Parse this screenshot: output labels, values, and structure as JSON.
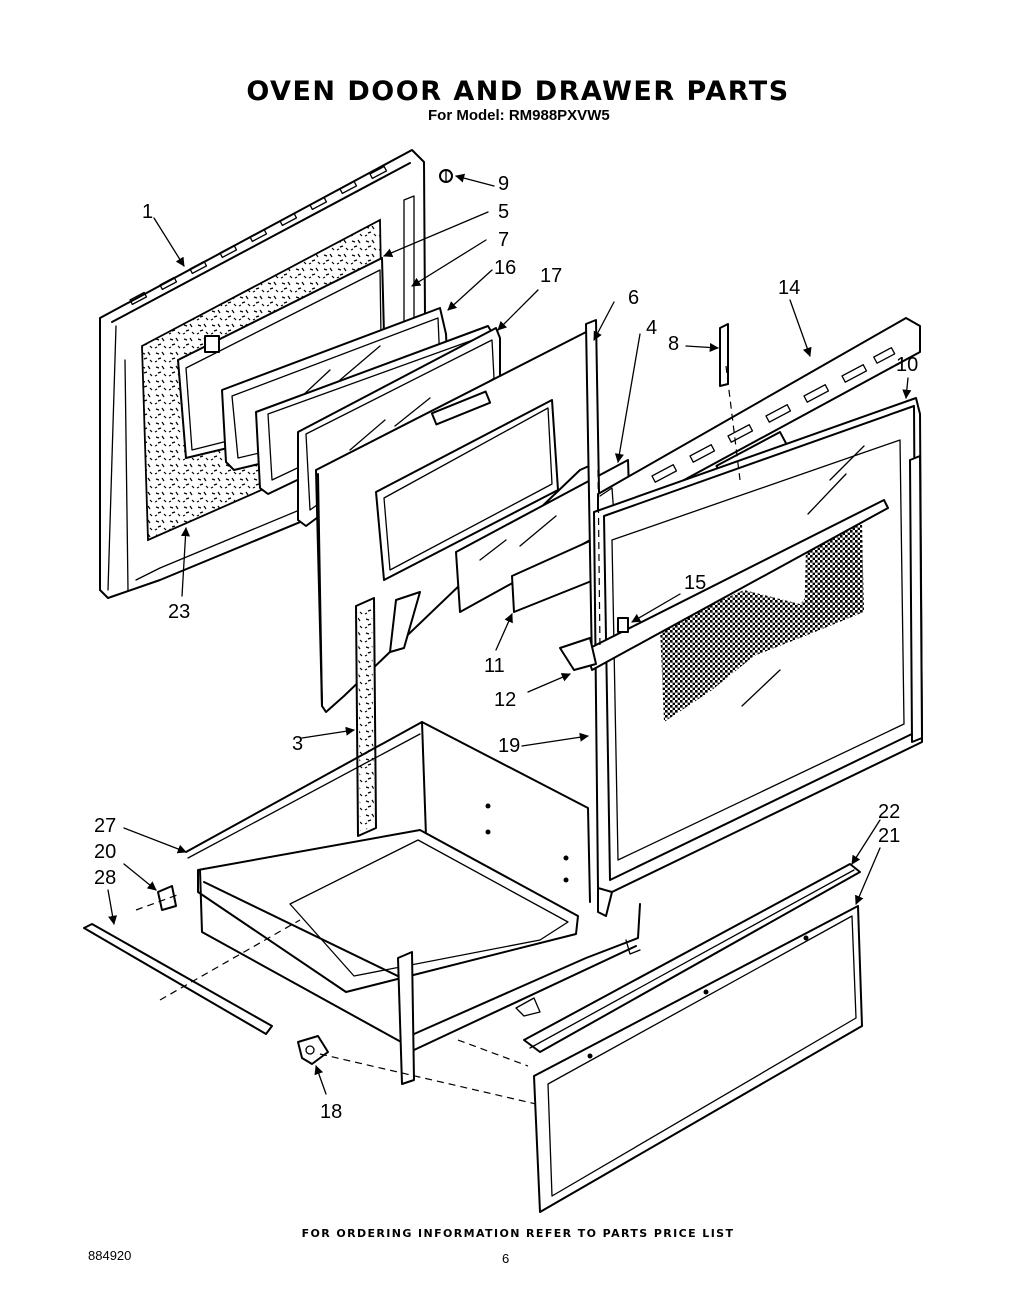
{
  "title": "OVEN DOOR AND DRAWER PARTS",
  "subtitle": "For Model: RM988PXVW5",
  "footer_note": "FOR ORDERING INFORMATION REFER TO PARTS PRICE LIST",
  "doc_number": "884920",
  "page_number": "6",
  "callouts": [
    "1",
    "3",
    "4",
    "5",
    "6",
    "7",
    "8",
    "9",
    "10",
    "11",
    "12",
    "14",
    "15",
    "16",
    "17",
    "18",
    "19",
    "20",
    "21",
    "22",
    "23",
    "27",
    "28"
  ]
}
